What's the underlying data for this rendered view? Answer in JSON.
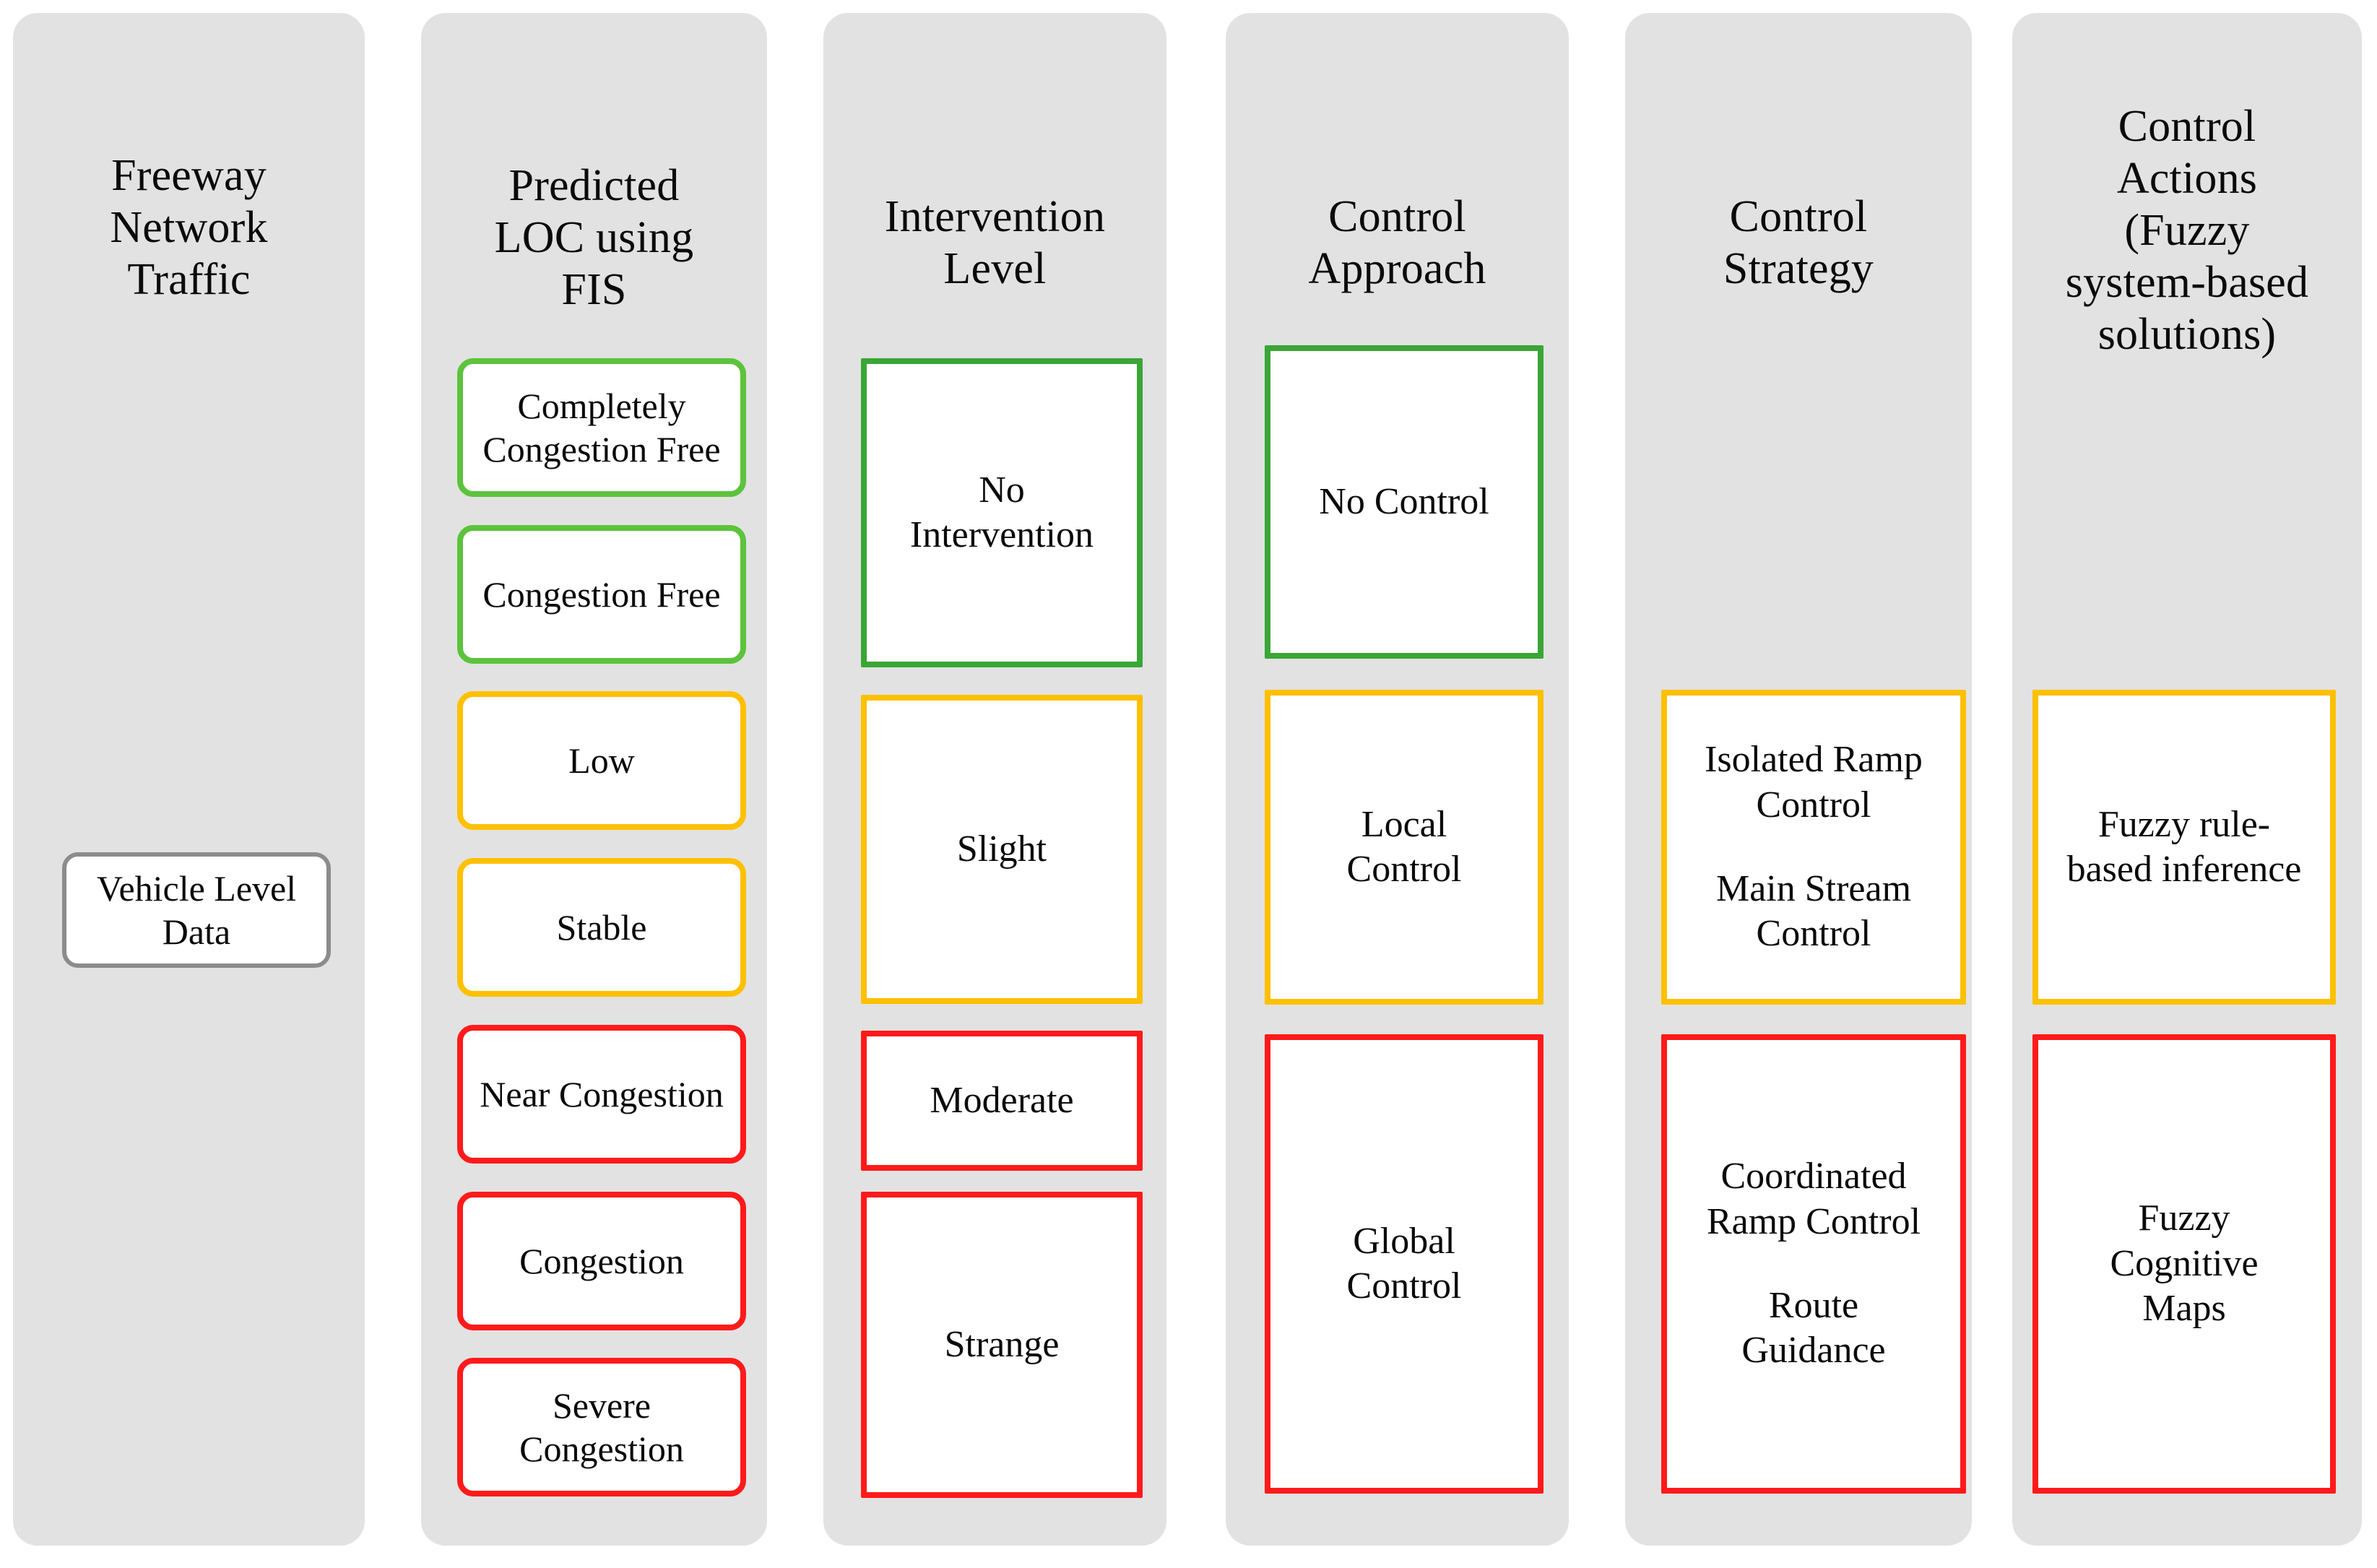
{
  "figure": {
    "kind": "flow-diagram",
    "background": "#ffffff",
    "panel_fill": "#e2e2e2"
  },
  "palette": {
    "green_rounded": "#5cc33c",
    "green_sharp": "#3aa636",
    "amber_rounded": "#ffc000",
    "amber_sharp": "#ffc000",
    "red": "#ff1a1a",
    "gray_border": "#8c8c8c",
    "text": "#0a0a0a"
  },
  "columns": [
    {
      "id": "freeway-network-traffic",
      "title": "Freeway\nNetwork\nTraffic",
      "boxes": [
        {
          "id": "vehicle-level-data",
          "label": "Vehicle Level\nData",
          "color_key": "gray_border",
          "shape": "rounded"
        }
      ]
    },
    {
      "id": "predicted-loc-using-fis",
      "title": "Predicted\nLOC using\nFIS",
      "boxes": [
        {
          "id": "completely-congestion-free",
          "label": "Completely\nCongestion Free",
          "color_key": "green_rounded",
          "shape": "rounded"
        },
        {
          "id": "congestion-free",
          "label": "Congestion Free",
          "color_key": "green_rounded",
          "shape": "rounded"
        },
        {
          "id": "low",
          "label": "Low",
          "color_key": "amber_rounded",
          "shape": "rounded"
        },
        {
          "id": "stable",
          "label": "Stable",
          "color_key": "amber_rounded",
          "shape": "rounded"
        },
        {
          "id": "near-congestion",
          "label": "Near Congestion",
          "color_key": "red",
          "shape": "rounded"
        },
        {
          "id": "congestion",
          "label": "Congestion",
          "color_key": "red",
          "shape": "rounded"
        },
        {
          "id": "severe-congestion",
          "label": "Severe\nCongestion",
          "color_key": "red",
          "shape": "rounded"
        }
      ]
    },
    {
      "id": "intervention-level",
      "title": "Intervention\nLevel",
      "boxes": [
        {
          "id": "no-intervention",
          "label": "No\nIntervention",
          "color_key": "green_sharp",
          "shape": "sharp"
        },
        {
          "id": "slight",
          "label": "Slight",
          "color_key": "amber_sharp",
          "shape": "sharp"
        },
        {
          "id": "moderate",
          "label": "Moderate",
          "color_key": "red",
          "shape": "sharp"
        },
        {
          "id": "strange",
          "label": "Strange",
          "color_key": "red",
          "shape": "sharp"
        }
      ]
    },
    {
      "id": "control-approach",
      "title": "Control\nApproach",
      "boxes": [
        {
          "id": "no-control",
          "label": "No Control",
          "color_key": "green_sharp",
          "shape": "sharp"
        },
        {
          "id": "local-control",
          "label": "Local\nControl",
          "color_key": "amber_sharp",
          "shape": "sharp"
        },
        {
          "id": "global-control",
          "label": "Global\nControl",
          "color_key": "red",
          "shape": "sharp"
        }
      ]
    },
    {
      "id": "control-strategy",
      "title": "Control\nStrategy",
      "boxes": [
        {
          "id": "isolated-ramp-and-main-stream-control",
          "segments": [
            "Isolated Ramp\nControl",
            "Main Stream\nControl"
          ],
          "color_key": "amber_sharp",
          "shape": "sharp"
        },
        {
          "id": "coordinated-ramp-control-and-route-guidance",
          "segments": [
            "Coordinated\nRamp Control",
            "Route\nGuidance"
          ],
          "color_key": "red",
          "shape": "sharp"
        }
      ]
    },
    {
      "id": "control-actions",
      "title": "Control\nActions\n(Fuzzy\nsystem-based\nsolutions)",
      "boxes": [
        {
          "id": "fuzzy-rule-based-inference",
          "label": "Fuzzy rule-\nbased inference",
          "color_key": "amber_sharp",
          "shape": "sharp"
        },
        {
          "id": "fuzzy-cognitive-maps",
          "label": "Fuzzy\nCognitive\nMaps",
          "color_key": "red",
          "shape": "sharp"
        }
      ]
    }
  ]
}
